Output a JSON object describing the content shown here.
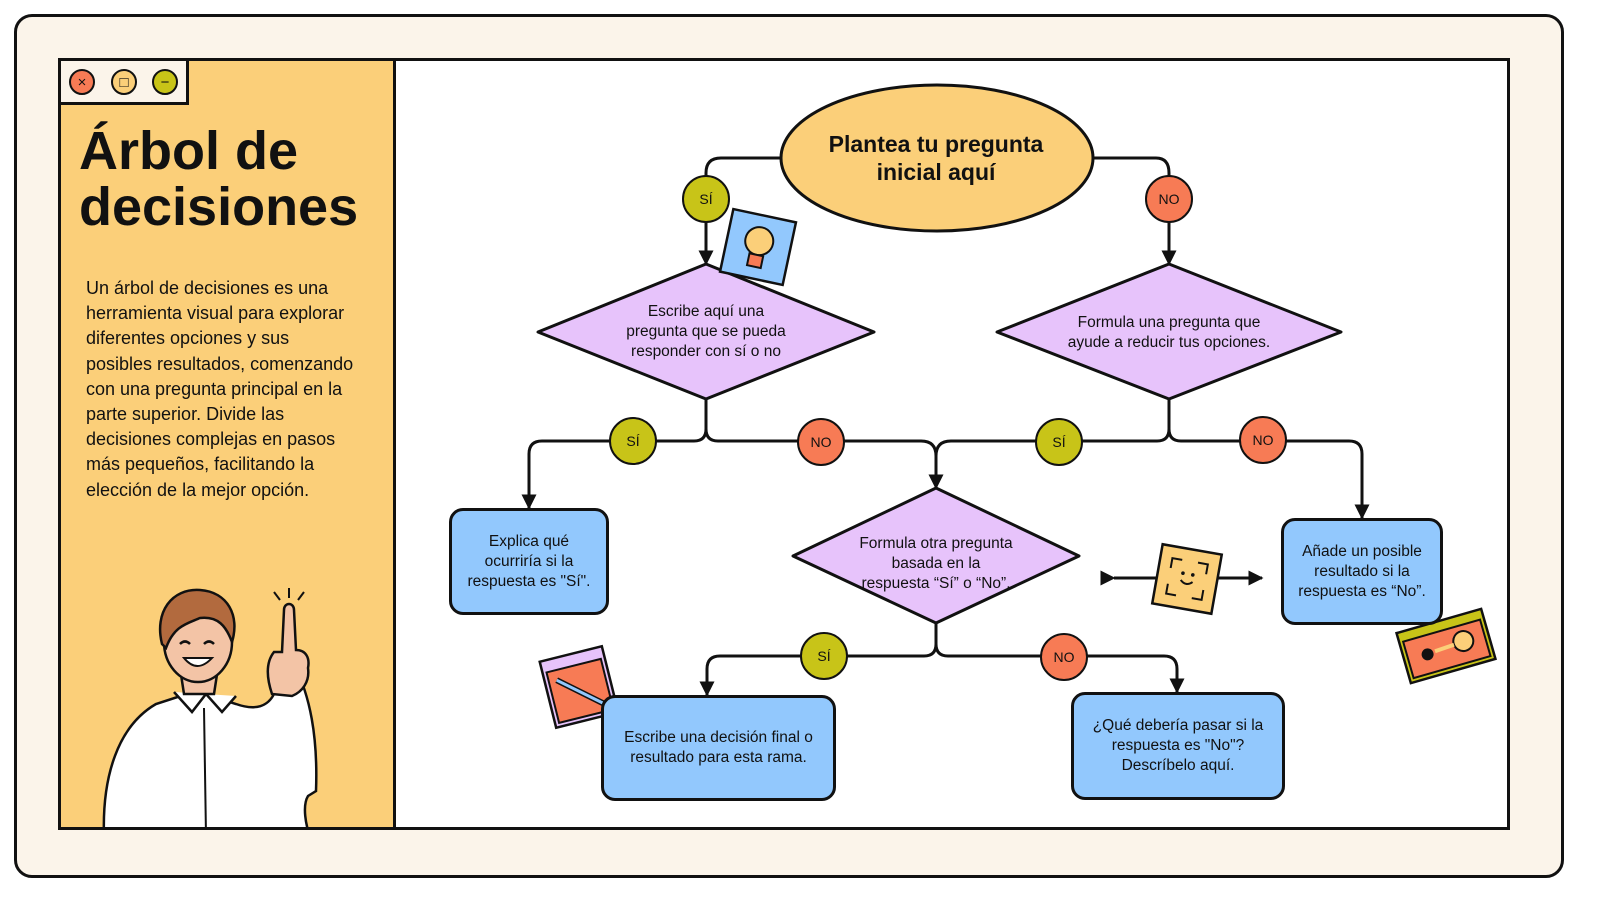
{
  "window_controls": {
    "close_glyph": "×",
    "maximize_glyph": "□",
    "minimize_glyph": "−"
  },
  "sidebar": {
    "title_line1": "Árbol de",
    "title_line2": "decisiones",
    "description": "Un árbol de decisiones es una herramienta visual para explorar diferentes opciones y sus posibles resultados, comenzando con una pregunta principal en la parte superior. Divide las decisiones complejas en pasos más pequeños, facilitando la elección de la mejor opción."
  },
  "diagram": {
    "start_line1": "Plantea tu pregunta",
    "start_line2": "inicial aquí",
    "question_left": "Escribe aquí una pregunta que se pueda responder con sí o no",
    "question_right": "Formula una pregunta que ayude a reducir tus opciones.",
    "question_center": "Formula otra pregunta basada en la respuesta “Sí” o “No”.",
    "result_left": "Explica qué ocurriría si la respuesta es \"Sí\".",
    "result_right": "Añade un posible resultado si la respuesta es “No”.",
    "result_bottom_left": "Escribe una decisión final o resultado para esta rama.",
    "result_bottom_right": "¿Qué debería pasar si la respuesta es \"No\"? Descríbelo aquí.",
    "yes_label": "SÍ",
    "no_label": "NO"
  },
  "colors": {
    "frame_bg": "#fbf4ea",
    "sidebar_bg": "#fbcf79",
    "start_fill": "#fbcf79",
    "question_fill": "#e7c3fb",
    "result_fill": "#92c8fd",
    "yes_badge": "#c8c418",
    "no_badge": "#f77b55"
  },
  "icons": [
    "lightbulb-icon",
    "face-scan-icon",
    "pencil-card-icon",
    "key-card-icon",
    "person-illustration"
  ]
}
